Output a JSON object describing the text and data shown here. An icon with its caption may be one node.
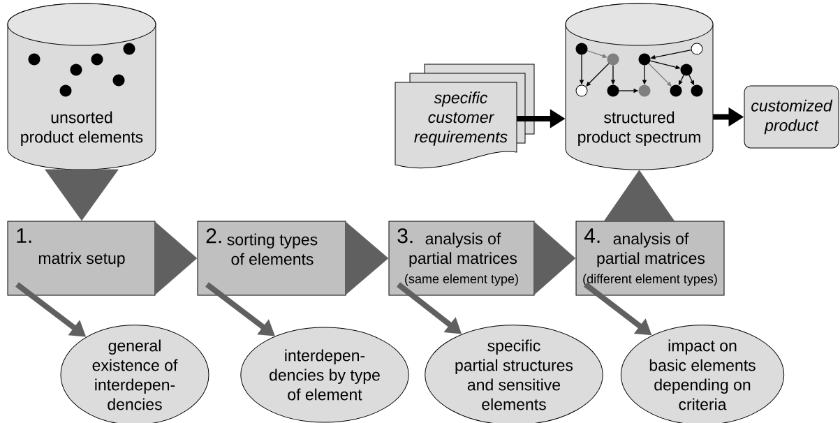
{
  "diagram": {
    "nodes": [
      {
        "text": [
          "unsorted product elements"
        ]
      },
      {
        "text": [
          "specific customer requirements"
        ]
      },
      {
        "text": [
          "structured product spectrum"
        ]
      },
      {
        "text": [
          "customized product"
        ]
      },
      {
        "text": [
          "1.",
          "matrix setup"
        ]
      },
      {
        "text": [
          "2.",
          "sorting types of elements"
        ]
      },
      {
        "text": [
          "3.",
          "analysis of partial matrices",
          "(same element type)"
        ]
      },
      {
        "text": [
          "4.",
          "analysis of partial matrices",
          "(different element types)"
        ]
      },
      {
        "text": [
          "general existence of interdepen- dencies"
        ]
      },
      {
        "text": [
          "interdepen- dencies by type of element"
        ]
      },
      {
        "text": [
          "specific partial structures and sensitive elements"
        ]
      },
      {
        "text": [
          "impact on basic elements depending on criteria"
        ]
      }
    ],
    "edges": [
      {
        "from": 1,
        "to": 2,
        "arrow": "to",
        "color": "#000000"
      },
      {
        "from": 2,
        "to": 3,
        "arrow": "to",
        "color": "#000000"
      },
      {
        "from": 0,
        "to": 4,
        "arrow": "to"
      },
      {
        "from": 4,
        "to": 5,
        "arrow": "to"
      },
      {
        "from": 5,
        "to": 6,
        "arrow": "to"
      },
      {
        "from": 6,
        "to": 7,
        "arrow": "to"
      },
      {
        "from": 7,
        "to": 2,
        "arrow": "to"
      },
      {
        "from": 4,
        "to": 8,
        "arrow": "to"
      },
      {
        "from": 5,
        "to": 9,
        "arrow": "to"
      },
      {
        "from": 6,
        "to": 10,
        "arrow": "to"
      },
      {
        "from": 7,
        "to": 11,
        "arrow": "to"
      }
    ]
  }
}
